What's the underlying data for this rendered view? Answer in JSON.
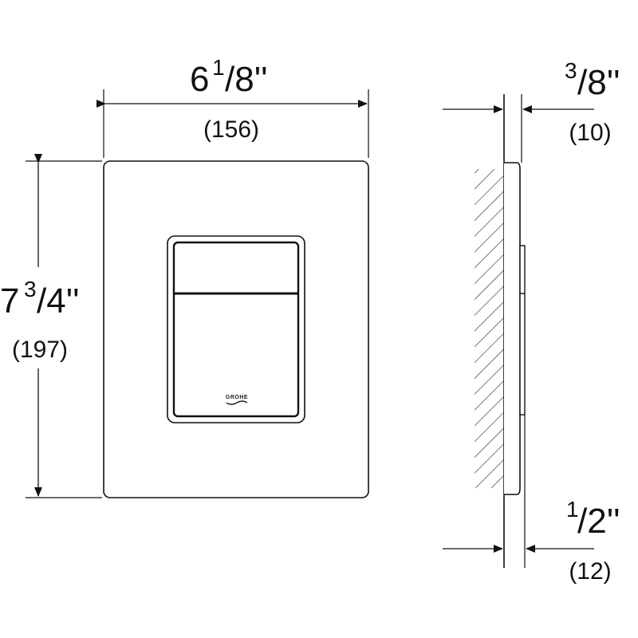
{
  "width_dimension": {
    "whole": "6",
    "frac_num": "1",
    "frac_den": "/8''",
    "metric": "(156)"
  },
  "height_dimension": {
    "whole": "7",
    "frac_num": "3",
    "frac_den": "/4''",
    "metric": "(197)"
  },
  "depth_top_dimension": {
    "frac_num": "3",
    "frac_den": "/8''",
    "metric": "(10)"
  },
  "depth_bottom_dimension": {
    "frac_num": "1",
    "frac_den": "/2''",
    "metric": "(12)"
  },
  "brand_logo": "GROHE"
}
